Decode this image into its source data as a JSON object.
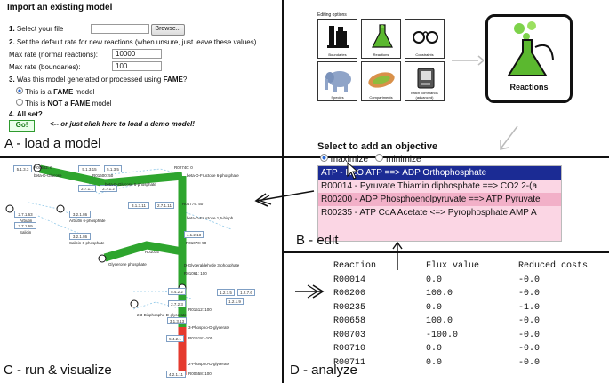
{
  "panel_a": {
    "title": "Import an existing model",
    "step1": {
      "num": "1.",
      "text": "Select your file",
      "browse": "Browse..."
    },
    "step2": {
      "num": "2.",
      "text": "Set the default rate for new reactions (when unsure, just leave these values)"
    },
    "max_rate_normal": {
      "label": "Max rate (normal reactions):",
      "value": "10000"
    },
    "max_rate_boundaries": {
      "label": "Max rate (boundaries):",
      "value": "100"
    },
    "step3": {
      "num": "3.",
      "pre": "Was this model generated or processed using ",
      "bold": "FAME",
      "post": "?"
    },
    "radio_fame": {
      "pre": "This is a ",
      "bold": "FAME",
      "post": " model"
    },
    "radio_not_fame": {
      "pre": "This is ",
      "bold": "NOT a FAME",
      "post": " model"
    },
    "step4": {
      "num": "4.",
      "text": "All set?"
    },
    "go_button": "Go!",
    "demo_link": "<-- or just click here to load a demo model!",
    "label": "A - load a model"
  },
  "panel_b": {
    "editing_title": "Editing options",
    "options": [
      "Boundaries",
      "Reactions",
      "Constraints",
      "Species",
      "Compartments",
      "batch commands (advanced)"
    ],
    "big_card_label": "Reactions",
    "objective_title": "Select to add an objective",
    "maximize": "maximize",
    "minimize": "minimize",
    "list_items": [
      "ATP - H2O ATP ==> ADP Orthophosphate",
      "R00014 - Pyruvate Thiamin diphosphate ==> CO2 2-(a",
      "R00200 - ADP Phosphoenolpyruvate ==> ATP Pyruvate",
      "R00235 - ATP CoA Acetate <=> Pyrophosphate AMP A"
    ],
    "label": "B - edit"
  },
  "panel_c": {
    "label": "C - run & visualize",
    "nodes": [
      "5.1.3.3",
      "5.1.3.15",
      "5.1.3.5",
      "2.7.1.1",
      "2.7.1.2",
      "2.7.1.63",
      "3.2.1.86",
      "2.7.1.69",
      "3.2.1.86",
      "3.1.3.11",
      "2.7.1.11",
      "4.1.2.13",
      "5.4.2.2",
      "1.2.7.5",
      "1.2.7.6",
      "1.2.1.9",
      "2.7.2.3",
      "3.1.3.13",
      "5.4.2.1",
      "4.2.1.11"
    ],
    "metabolites": [
      "R00602: 0",
      "R02740: 0",
      "beta-D-Glucose",
      "R01600: 50",
      "beta-D-Glucose 6-phosphate",
      "beta-D-Fructose 6-phosphate",
      "R04779: 50",
      "Arbutin",
      "Arbutin 6-phosphate",
      "Salicin",
      "Salicin 6-phosphate",
      "beta-D-Fructose 1,6-bisph...",
      "R01070: 50",
      "R01015",
      "D-Glyceraldehyde 3-phosphate",
      "Glycerone phosphate",
      "R01061: 100",
      "R01512: 100",
      "2,3-Bisphospho-D-glycerate",
      "3-Phospho-D-glycerate",
      "R01518: -100",
      "2-Phospho-D-glycerate",
      "R00658: 100"
    ]
  },
  "panel_d": {
    "label": "D - analyze",
    "headers": [
      "Reaction",
      "Flux value",
      "Reduced costs"
    ],
    "rows": [
      [
        "R00014",
        "0.0",
        "-0.0"
      ],
      [
        "R00200",
        "100.0",
        "-0.0"
      ],
      [
        "R00235",
        "0.0",
        "-1.0"
      ],
      [
        "R00658",
        "100.0",
        "-0.0"
      ],
      [
        "R00703",
        "-100.0",
        "-0.0"
      ],
      [
        "R00710",
        "0.0",
        "-0.0"
      ],
      [
        "R00711",
        "0.0",
        "-0.0"
      ]
    ]
  }
}
